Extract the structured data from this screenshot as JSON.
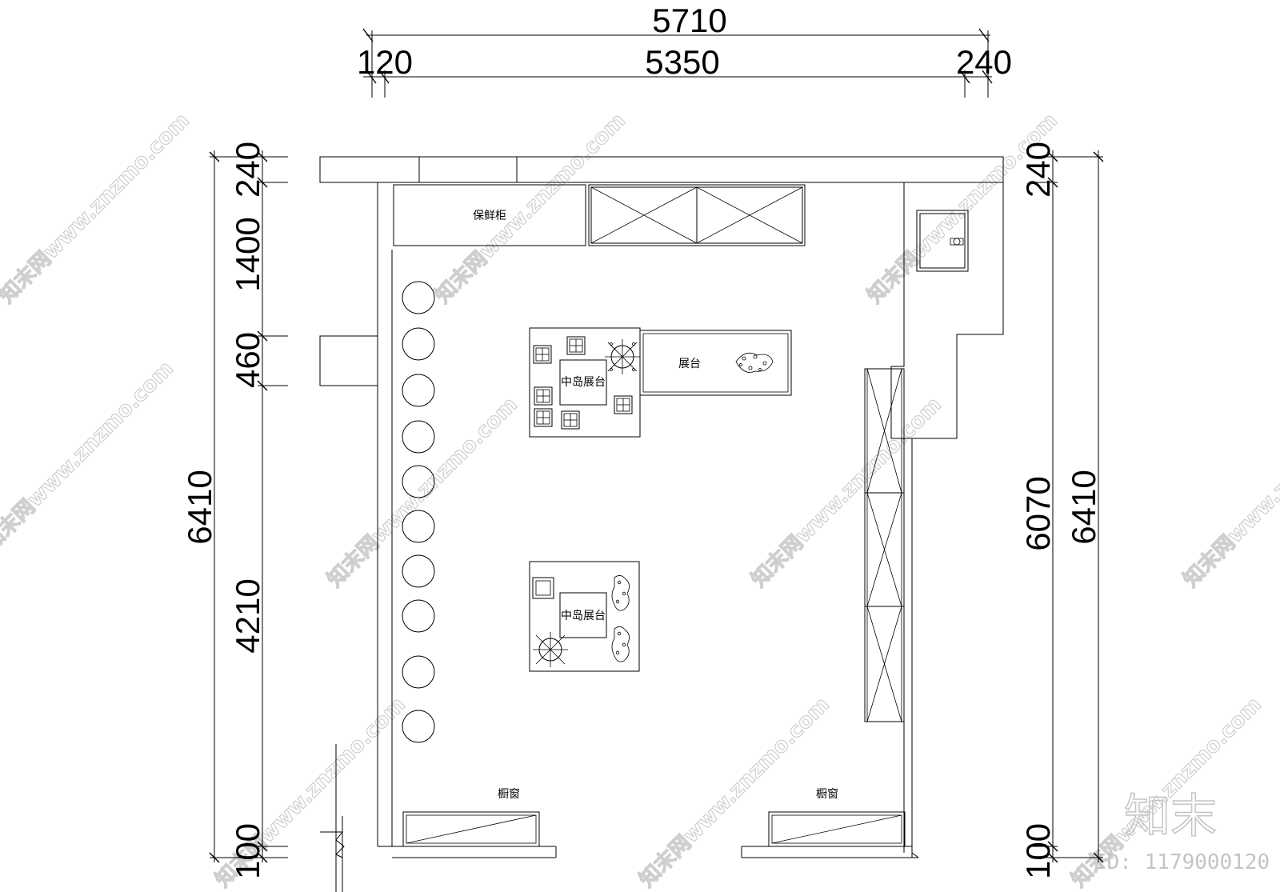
{
  "dimensions": {
    "top_overall": "5710",
    "top_left": "120",
    "top_middle": "5350",
    "top_right": "240",
    "left_overall": "6410",
    "left_seg_1": "240",
    "left_seg_2": "1400",
    "left_seg_3": "460",
    "left_seg_4": "4210",
    "left_seg_5": "100",
    "right_overall": "6410",
    "right_inner": "6070",
    "right_top": "240",
    "right_bottom": "100"
  },
  "labels": {
    "fresh_cabinet": "保鲜柜",
    "island_display_1": "中岛展台",
    "island_display_2": "中岛展台",
    "display_stand": "展台",
    "shop_window_left": "橱窗",
    "shop_window_right": "橱窗"
  },
  "watermark": {
    "site_text": "知末网www.znzmo.com",
    "brand": "知末",
    "id": "ID: 1179000120"
  },
  "colors": {
    "line": "#000000",
    "watermark": "#cfcfcf"
  }
}
